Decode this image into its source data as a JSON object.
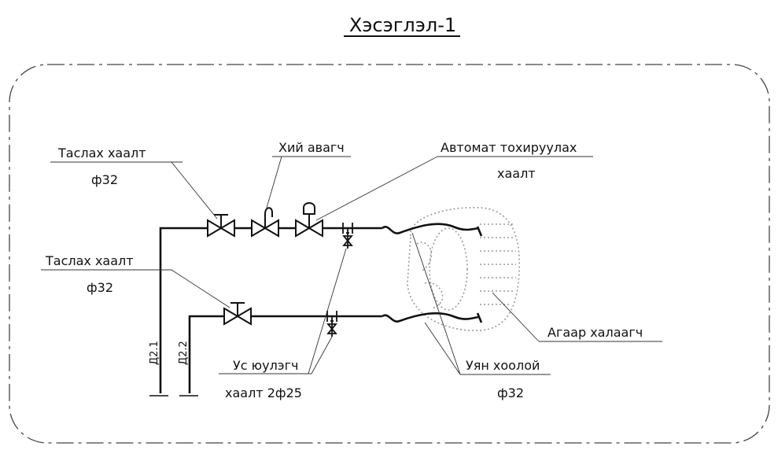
{
  "title": "Хэсэглэл-1",
  "labels": {
    "valve_top": "Таслах хаалт",
    "valve_top_size": "ф32",
    "air_vent": "Хий авагч",
    "auto_valve_line1": "Автомат тохируулах",
    "auto_valve_line2": "хаалт",
    "valve_bottom": "Таслах хаалт",
    "valve_bottom_size": "ф32",
    "air_heater": "Агаар халаагч",
    "drain_line1": "Ус юулэгч",
    "drain_line2": "хаалт 2ф25",
    "hose_line1": "Уян хоолой",
    "hose_line2": "ф32",
    "pipe_d21": "Д2.1",
    "pipe_d22": "Д2.2"
  },
  "colors": {
    "ink": "#111111",
    "heater": "#9a9a9a",
    "frame": "#444444"
  }
}
